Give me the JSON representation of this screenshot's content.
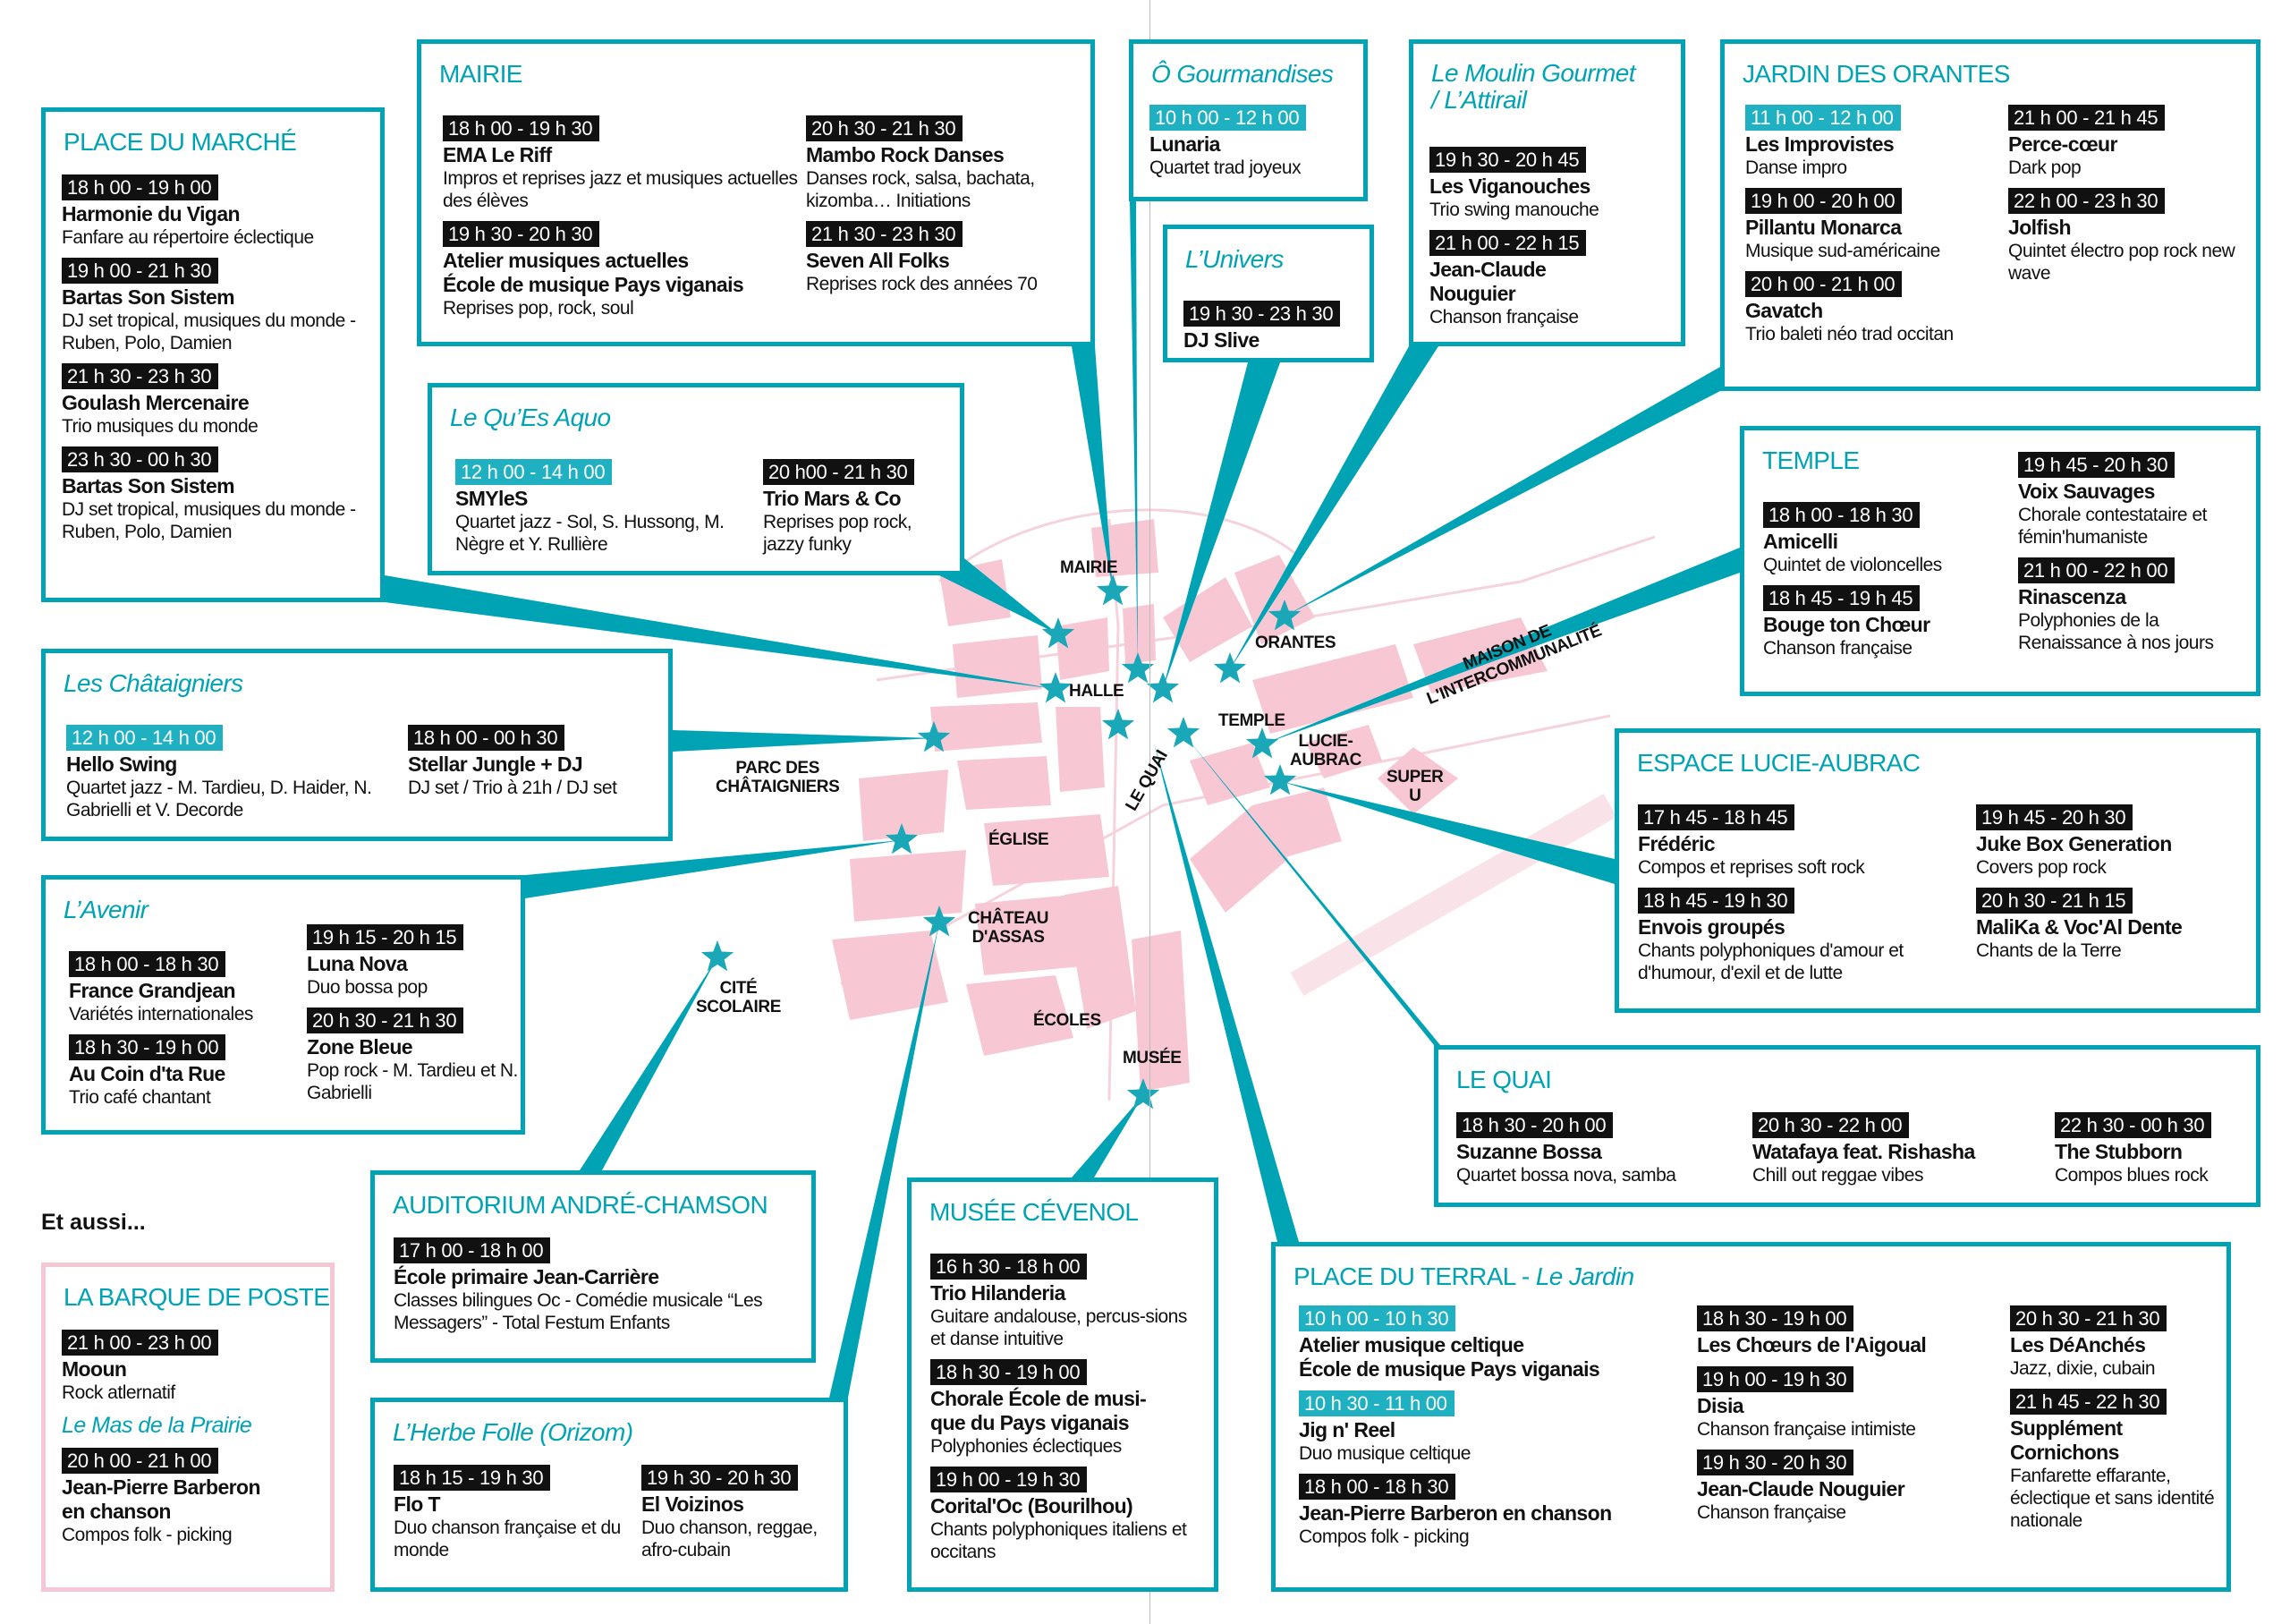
{
  "colors": {
    "accent": "#00a3b4",
    "highlight_time": "#1fb0c2",
    "map_pink": "#f7c8d4",
    "secondary_border": "#f5c6d3"
  },
  "extra_heading": "Et aussi...",
  "map": {
    "labels": [
      "MAIRIE",
      "HALLE",
      "ORANTES",
      "TEMPLE",
      "LUCIE-\nAUBRAC",
      "MAISON DE\nL'INTERCOMMUNALITÉ",
      "SUPER\nU",
      "PARC DES\nCHÂTAIGNIERS",
      "ÉGLISE",
      "LE QUAI",
      "CHÂTEAU\nD'ASSAS",
      "CITÉ\nSCOLAIRE",
      "ÉCOLES",
      "MUSÉE"
    ]
  },
  "venues": [
    {
      "id": "marche",
      "title": "PLACE DU MARCHÉ",
      "italic": false,
      "columns": [
        [
          {
            "time": "18 h 00 - 19 h 00",
            "artist": "Harmonie du Vigan",
            "desc": "Fanfare au répertoire éclectique"
          },
          {
            "time": "19 h 00 - 21 h 30",
            "artist": "Bartas Son Sistem",
            "desc": "DJ set tropical, musiques du monde - Ruben, Polo, Damien"
          },
          {
            "time": "21 h 30 - 23 h 30",
            "artist": "Goulash Mercenaire",
            "desc": "Trio musiques du monde"
          },
          {
            "time": "23 h 30 - 00 h 30",
            "artist": "Bartas Son Sistem",
            "desc": "DJ set tropical, musiques du monde - Ruben, Polo, Damien"
          }
        ]
      ]
    },
    {
      "id": "mairie",
      "title": "MAIRIE",
      "italic": false,
      "columns": [
        [
          {
            "time": "18 h 00 - 19 h 30",
            "artist": "EMA Le Riff",
            "desc": "Impros et reprises jazz et musiques actuelles des élèves"
          },
          {
            "time": "19 h 30 - 20 h 30",
            "artist": "Atelier musiques actuelles\nÉcole de musique Pays viganais",
            "desc": "Reprises pop, rock, soul"
          }
        ],
        [
          {
            "time": "20 h 30 - 21 h 30",
            "artist": "Mambo Rock Danses",
            "desc": "Danses rock, salsa, bachata, kizomba… Initiations"
          },
          {
            "time": "21 h 30 - 23 h 30",
            "artist": "Seven All Folks",
            "desc": "Reprises rock des années 70"
          }
        ]
      ]
    },
    {
      "id": "quesaquo",
      "title": "Le Qu’Es Aquo",
      "italic": true,
      "columns": [
        [
          {
            "time": "12 h 00 - 14 h 00",
            "hl": true,
            "artist": "SMYleS",
            "desc": "Quartet jazz - Sol, S. Hussong, M. Nègre et Y. Rullière"
          }
        ],
        [
          {
            "time": "20 h00 - 21 h 30",
            "artist": "Trio Mars & Co",
            "desc": "Reprises pop rock, jazzy funky"
          }
        ]
      ]
    },
    {
      "id": "gourmandises",
      "title": "Ô Gourmandises",
      "italic": true,
      "columns": [
        [
          {
            "time": "10 h 00 - 12 h 00",
            "hl": true,
            "artist": "Lunaria",
            "desc": "Quartet trad joyeux"
          }
        ]
      ]
    },
    {
      "id": "univers",
      "title": "L’Univers",
      "italic": true,
      "columns": [
        [
          {
            "time": "19 h 30 - 23 h 30",
            "artist": "DJ Slive",
            "desc": ""
          }
        ]
      ]
    },
    {
      "id": "moulin",
      "title": "Le Moulin Gourmet\n/ L’Attirail",
      "italic": true,
      "columns": [
        [
          {
            "time": "19 h 30 - 20 h 45",
            "artist": "Les Viganouches",
            "desc": "Trio swing manouche"
          },
          {
            "time": "21 h 00 - 22 h 15",
            "artist": "Jean-Claude\nNouguier",
            "desc": "Chanson française"
          }
        ]
      ]
    },
    {
      "id": "orantes",
      "title": "JARDIN DES ORANTES",
      "italic": false,
      "columns": [
        [
          {
            "time": "11 h 00 - 12 h 00",
            "hl": true,
            "artist": "Les Improvistes",
            "desc": "Danse impro"
          },
          {
            "time": "19 h 00 - 20 h 00",
            "artist": "Pillantu Monarca",
            "desc": "Musique sud-américaine"
          },
          {
            "time": "20 h 00 - 21 h 00",
            "artist": "Gavatch",
            "desc": "Trio baleti néo trad occitan"
          }
        ],
        [
          {
            "time": "21 h 00 - 21 h 45",
            "artist": "Perce-cœur",
            "desc": "Dark pop"
          },
          {
            "time": "22 h 00 - 23 h 30",
            "artist": "Jolfish",
            "desc": "Quintet électro pop rock new wave"
          }
        ]
      ]
    },
    {
      "id": "temple",
      "title": "TEMPLE",
      "italic": false,
      "columns": [
        [
          {
            "time": "18 h 00 - 18 h 30",
            "artist": "Amicelli",
            "desc": "Quintet de violoncelles"
          },
          {
            "time": "18 h 45 - 19 h 45",
            "artist": "Bouge ton Chœur",
            "desc": "Chanson française"
          }
        ],
        [
          {
            "time": "19 h 45 - 20 h 30",
            "artist": "Voix Sauvages",
            "desc": "Chorale contestataire et fémin'humaniste"
          },
          {
            "time": "21 h 00 - 22 h 00",
            "artist": "Rinascenza",
            "desc": "Polyphonies de la Renaissance à nos jours"
          }
        ]
      ]
    },
    {
      "id": "chataigniers",
      "title": "Les Châtaigniers",
      "italic": true,
      "columns": [
        [
          {
            "time": "12 h 00 - 14 h 00",
            "hl": true,
            "artist": "Hello Swing",
            "desc": "Quartet jazz - M. Tardieu, D. Haider, N. Gabrielli et V. Decorde"
          }
        ],
        [
          {
            "time": "18 h 00 - 00 h 30",
            "artist": "Stellar Jungle + DJ",
            "desc": "DJ set / Trio à 21h / DJ set"
          }
        ]
      ]
    },
    {
      "id": "lucie",
      "title": "ESPACE LUCIE-AUBRAC",
      "italic": false,
      "columns": [
        [
          {
            "time": "17 h 45 - 18 h 45",
            "artist": "Frédéric",
            "desc": "Compos et reprises soft rock"
          },
          {
            "time": "18 h 45 - 19 h 30",
            "artist": "Envois groupés",
            "desc": "Chants polyphoniques d'amour et d'humour, d'exil et de lutte"
          }
        ],
        [
          {
            "time": "19 h 45 - 20 h 30",
            "artist": "Juke Box Generation",
            "desc": "Covers pop rock"
          },
          {
            "time": "20 h 30 - 21 h 15",
            "artist": "MaliKa & Voc'Al Dente",
            "desc": "Chants de la Terre"
          }
        ]
      ]
    },
    {
      "id": "avenir",
      "title": "L’Avenir",
      "italic": true,
      "columns": [
        [
          {
            "time": "18 h 00 - 18 h 30",
            "artist": "France Grandjean",
            "desc": "Variétés internationales"
          },
          {
            "time": "18 h 30 - 19 h 00",
            "artist": "Au Coin d'ta Rue",
            "desc": "Trio café chantant"
          }
        ],
        [
          {
            "time": "19 h 15 - 20 h 15",
            "artist": "Luna Nova",
            "desc": "Duo bossa pop"
          },
          {
            "time": "20 h 30 - 21 h 30",
            "artist": "Zone Bleue",
            "desc": "Pop rock - M. Tardieu et N. Gabrielli"
          }
        ]
      ]
    },
    {
      "id": "quai",
      "title": "LE QUAI",
      "italic": false,
      "columns": [
        [
          {
            "time": "18 h 30 - 20 h 00",
            "artist": "Suzanne Bossa",
            "desc": "Quartet bossa nova, samba"
          }
        ],
        [
          {
            "time": "20 h 30 - 22 h 00",
            "artist": "Watafaya feat. Rishasha",
            "desc": "Chill out reggae vibes"
          }
        ],
        [
          {
            "time": "22 h 30 - 00 h 30",
            "artist": "The Stubborn",
            "desc": "Compos blues rock"
          }
        ]
      ]
    },
    {
      "id": "auditorium",
      "title": "AUDITORIUM ANDRÉ-CHAMSON",
      "italic": false,
      "columns": [
        [
          {
            "time": "17 h 00 - 18 h 00",
            "artist": "École primaire Jean-Carrière",
            "desc": "Classes bilingues Oc - Comédie musicale “Les Messagers” - Total Festum Enfants"
          }
        ]
      ]
    },
    {
      "id": "musee",
      "title": "MUSÉE CÉVENOL",
      "italic": false,
      "columns": [
        [
          {
            "time": "16 h 30 - 18 h 00",
            "artist": "Trio Hilanderia",
            "desc": "Guitare andalouse, percus-sions et danse intuitive"
          },
          {
            "time": "18 h 30 - 19 h 00",
            "artist": "Chorale École de musi-\nque du Pays viganais",
            "desc": "Polyphonies éclectiques"
          },
          {
            "time": "19 h 00 - 19 h 30",
            "artist": "Corital'Oc (Bourilhou)",
            "desc": "Chants polyphoniques italiens et occitans"
          }
        ]
      ]
    },
    {
      "id": "terral",
      "title": "PLACE DU TERRAL - ",
      "title_italic": "Le Jardin",
      "italic": false,
      "columns": [
        [
          {
            "time": "10 h 00 - 10 h 30",
            "hl": true,
            "artist": "Atelier musique celtique\nÉcole de musique Pays viganais",
            "desc": ""
          },
          {
            "time": "10 h 30 - 11 h 00",
            "hl": true,
            "artist": "Jig n' Reel",
            "desc": "Duo musique celtique"
          },
          {
            "time": "18 h 00 - 18 h 30",
            "artist": "Jean-Pierre Barberon en chanson",
            "desc": "Compos folk - picking"
          }
        ],
        [
          {
            "time": "18 h 30 - 19 h 00",
            "artist": "Les Chœurs de l'Aigoual",
            "desc": ""
          },
          {
            "time": "19 h 00 - 19 h 30",
            "artist": "Disia",
            "desc": "Chanson française intimiste"
          },
          {
            "time": "19 h 30 - 20 h 30",
            "artist": "Jean-Claude Nouguier",
            "desc": "Chanson française"
          }
        ],
        [
          {
            "time": "20 h 30 - 21 h 30",
            "artist": "Les DéAnchés",
            "desc": "Jazz, dixie, cubain"
          },
          {
            "time": "21 h 45 - 22 h 30",
            "artist": "Supplément\nCornichons",
            "desc": "Fanfarette effarante, éclectique et sans identité nationale"
          }
        ]
      ]
    },
    {
      "id": "herbe",
      "title": "L’Herbe Folle (Orizom)",
      "italic": true,
      "columns": [
        [
          {
            "time": "18 h 15 - 19 h 30",
            "artist": "Flo T",
            "desc": "Duo chanson française et du monde"
          }
        ],
        [
          {
            "time": "19 h 30 - 20 h 30",
            "artist": "El Voizinos",
            "desc": "Duo chanson, reggae, afro-cubain"
          }
        ]
      ]
    },
    {
      "id": "barque",
      "title": "LA BARQUE DE POSTE",
      "italic": false,
      "columns": [
        [
          {
            "time": "21 h 00 - 23 h 00",
            "artist": "Mooun",
            "desc": "Rock atlernatif"
          },
          {
            "subtitle": "Le Mas de la Prairie"
          },
          {
            "time": "20 h 00 - 21 h 00",
            "artist": "Jean-Pierre Barberon\nen chanson",
            "desc": "Compos folk - picking"
          }
        ]
      ]
    }
  ]
}
